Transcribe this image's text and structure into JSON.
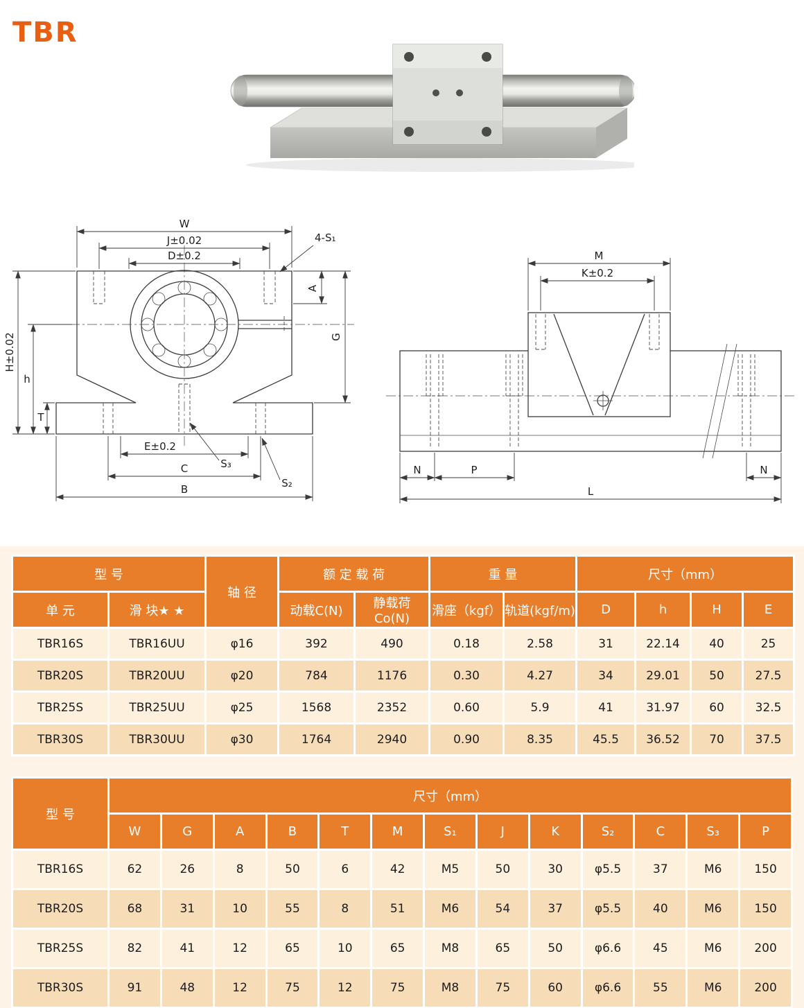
{
  "page": {
    "title": "TBR"
  },
  "colors": {
    "brand_text": "#e85f12",
    "header_orange": "#e87d2a",
    "row_light": "#fdf1de",
    "row_dark": "#f7dcb8",
    "band_cream": "#fdf3e6"
  },
  "front_view": {
    "labels": {
      "w": "W",
      "j": "J±0.02",
      "d": "D±0.2",
      "s1": "4-S₁",
      "a": "A",
      "g": "G",
      "h_total": "H±0.02",
      "h_center": "h",
      "t": "T",
      "e": "E±0.2",
      "s3": "S₃",
      "c": "C",
      "s2": "S₂",
      "b": "B"
    }
  },
  "side_view": {
    "labels": {
      "m": "M",
      "k": "K±0.2",
      "n_left": "N",
      "p": "P",
      "l": "L",
      "n_right": "N"
    }
  },
  "table1": {
    "headers": {
      "model_group": "型  号",
      "unit": "单  元",
      "slider": "滑 块★ ★",
      "shaft": "轴 径",
      "load_group": "额 定 载 荷",
      "dynamic": "动载C(N)",
      "static": "静载荷Co(N)",
      "weight_group": "重  量",
      "seat": "滑座（kgf）",
      "rail": "轨道(kgf/m)",
      "dim_group": "尺寸（mm）",
      "D": "D",
      "h": "h",
      "H": "H",
      "E": "E"
    },
    "rows": [
      [
        "TBR16S",
        "TBR16UU",
        "φ16",
        "392",
        "490",
        "0.18",
        "2.58",
        "31",
        "22.14",
        "40",
        "25"
      ],
      [
        "TBR20S",
        "TBR20UU",
        "φ20",
        "784",
        "1176",
        "0.30",
        "4.27",
        "34",
        "29.01",
        "50",
        "27.5"
      ],
      [
        "TBR25S",
        "TBR25UU",
        "φ25",
        "1568",
        "2352",
        "0.60",
        "5.9",
        "41",
        "31.97",
        "60",
        "32.5"
      ],
      [
        "TBR30S",
        "TBR30UU",
        "φ30",
        "1764",
        "2940",
        "0.90",
        "8.35",
        "45.5",
        "36.52",
        "70",
        "37.5"
      ]
    ]
  },
  "table2": {
    "headers": {
      "model": "型  号",
      "dim_group": "尺寸（mm）",
      "cols": [
        "W",
        "G",
        "A",
        "B",
        "T",
        "M",
        "S₁",
        "J",
        "K",
        "S₂",
        "C",
        "S₃",
        "P"
      ]
    },
    "rows": [
      [
        "TBR16S",
        "62",
        "26",
        "8",
        "50",
        "6",
        "42",
        "M5",
        "50",
        "30",
        "φ5.5",
        "37",
        "M6",
        "150"
      ],
      [
        "TBR20S",
        "68",
        "31",
        "10",
        "55",
        "8",
        "51",
        "M6",
        "54",
        "37",
        "φ5.5",
        "40",
        "M6",
        "150"
      ],
      [
        "TBR25S",
        "82",
        "41",
        "12",
        "65",
        "10",
        "65",
        "M8",
        "65",
        "50",
        "φ6.6",
        "45",
        "M6",
        "200"
      ],
      [
        "TBR30S",
        "91",
        "48",
        "12",
        "75",
        "12",
        "75",
        "M8",
        "75",
        "60",
        "φ6.6",
        "55",
        "M6",
        "200"
      ]
    ]
  }
}
